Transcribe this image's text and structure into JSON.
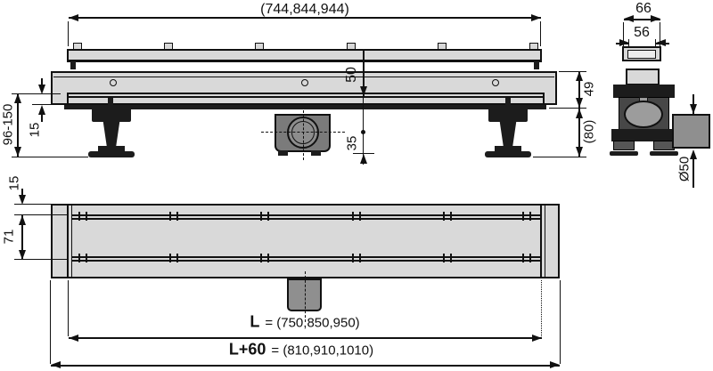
{
  "side_view": {
    "length": "(744,844,944)",
    "depth": "50",
    "outlet_height": "35",
    "feet_range": "96-150",
    "lower_edge": "15",
    "body_height": "49",
    "clearance": "(80)"
  },
  "end_view": {
    "outer_width": "66",
    "inner_width": "56",
    "pipe_diameter": "Ø50"
  },
  "plan_view": {
    "rim": "15",
    "trough_width": "71",
    "length_label": "L",
    "length_eq": "= (750,850,950)",
    "total_label": "L+60",
    "total_eq": "= (810,910,1010)"
  },
  "colors": {
    "line": "#111111",
    "light_fill": "#d9d9d9",
    "mid_fill": "#8f8f8f",
    "dark_fill": "#1c1c1c",
    "background": "#ffffff"
  }
}
